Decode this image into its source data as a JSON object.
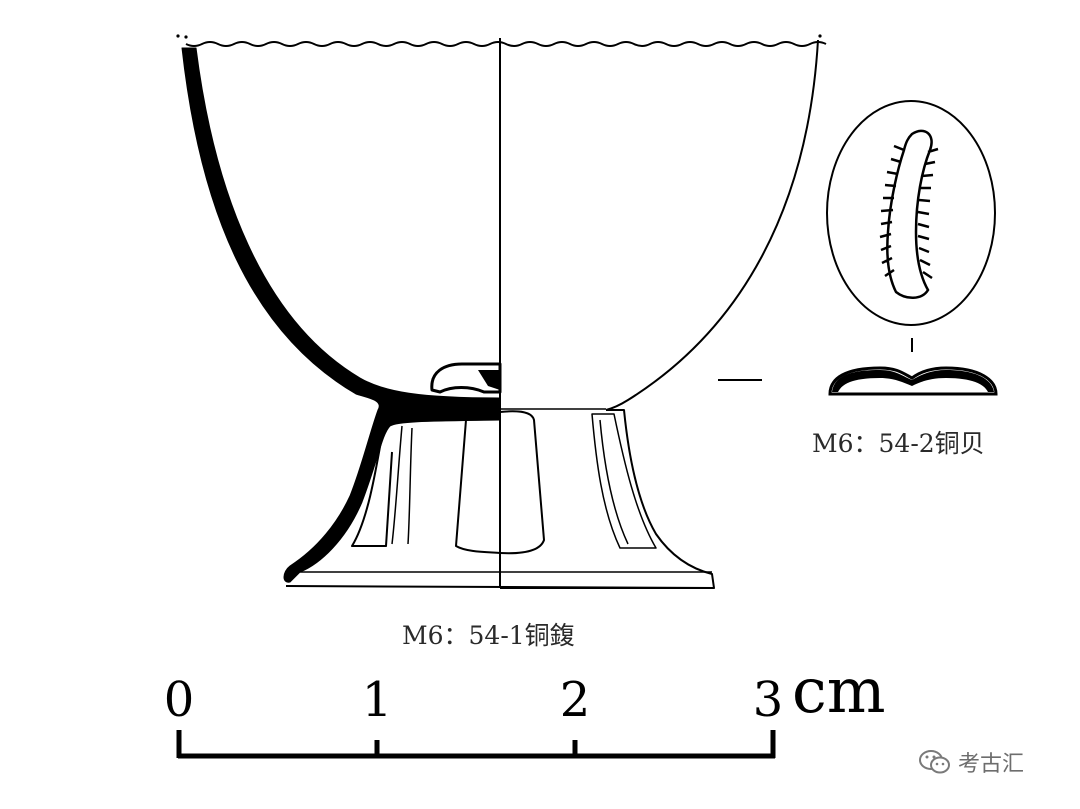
{
  "captions": {
    "vessel": "M6：54-1铜鍑",
    "shell": "M6：54-2铜贝"
  },
  "scale_bar": {
    "ticks": [
      "0",
      "1",
      "2",
      "3"
    ],
    "unit": "cm"
  },
  "watermark": {
    "text": "考古汇",
    "icon": "wechat-icon"
  }
}
